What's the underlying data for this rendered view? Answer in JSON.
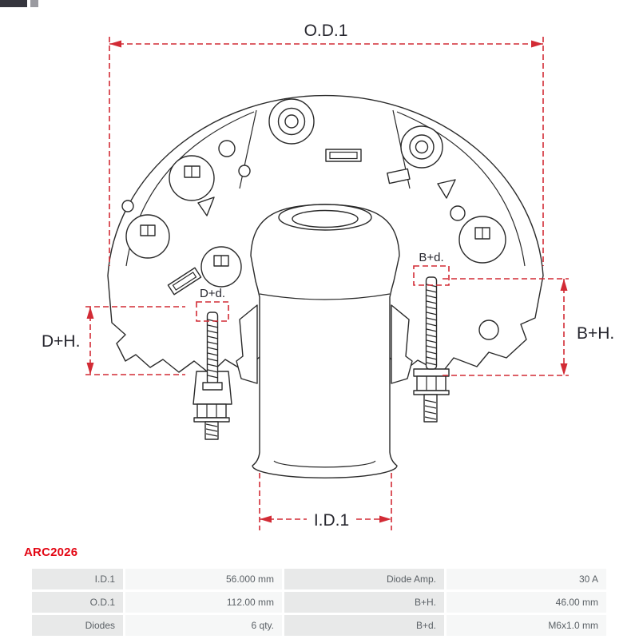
{
  "part_number": {
    "text": "ARC2026",
    "color": "#e30613"
  },
  "diagram": {
    "subject": "alternator-rectifier-technical-drawing",
    "dimension_labels": {
      "od1": "O.D.1",
      "id1": "I.D.1",
      "d_plus_h": "D+H.",
      "b_plus_h": "B+H.",
      "d_plus_d": "D+d.",
      "b_plus_d": "B+d."
    },
    "colors": {
      "dimension_line": "#d22b35",
      "drawing_stroke": "#2a2a2a",
      "label_text": "#26262e"
    }
  },
  "spec_table": {
    "rows": [
      {
        "cells": [
          "I.D.1",
          "56.000 mm",
          "Diode Amp.",
          "30 A"
        ]
      },
      {
        "cells": [
          "O.D.1",
          "112.00 mm",
          "B+H.",
          "46.00 mm"
        ]
      },
      {
        "cells": [
          "Diodes",
          "6 qty.",
          "B+d.",
          "M6x1.0 mm"
        ]
      }
    ]
  }
}
